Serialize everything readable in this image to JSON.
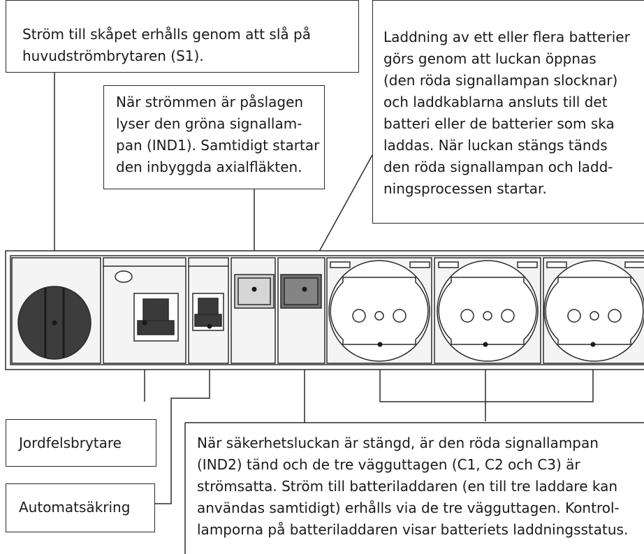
{
  "callouts": {
    "main_switch": "Ström till skåpet erhålls genom att slå på\nhuvudströmbrytaren (S1).",
    "green_lamp": "När strömmen är påslagen\nlyser den gröna signallam-\npan (IND1). Samtidigt startar\nden inbyggda axialfläkten.",
    "charging": "Laddning av ett eller flera batterier\ngörs genom att luckan öppnas\n(den röda signallampan slocknar)\noch laddkablarna ansluts till det\nbatteri eller de batterier som ska\nladdas. När luckan stängs tänds\nden röda signallampan och ladd-\nningsprocessen startar.",
    "rcd": "Jordfelsbrytare",
    "mcb": "Automatsäkring",
    "red_lamp": "När säkerhetsluckan är stängd, är den röda signallampan\n(IND2) tänd och de tre vägguttagen (C1, C2 och C3) är\nströmsatta. Ström till batteriladdaren (en till tre laddare kan\nanvändas samtidigt) erhålls via de tre vägguttagen. Kontrol-\nlamporna på batteriladdaren visar batteriets laddningsstatus."
  },
  "colors": {
    "line": "#2a2a2a",
    "panel_fill": "#f4f4f4",
    "knob_dark": "#3d3d3d",
    "lamp_green_off": "#cfcfcf",
    "lamp_red_dark": "#6f6f6f",
    "toggle_dark": "#3a3a3a"
  }
}
